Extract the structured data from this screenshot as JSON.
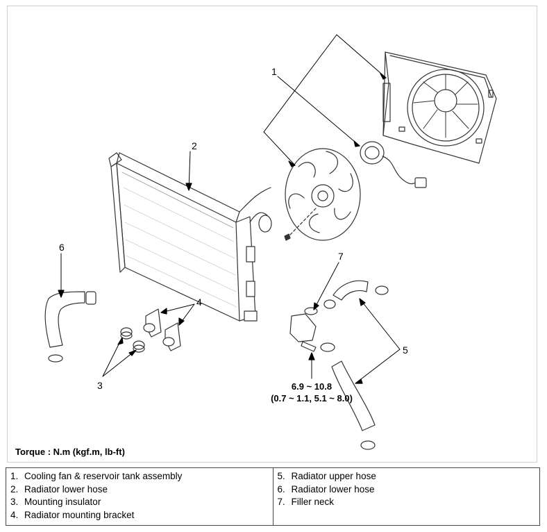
{
  "callouts": {
    "c1": "1",
    "c2": "2",
    "c3": "3",
    "c4": "4",
    "c5": "5",
    "c6": "6",
    "c7": "7"
  },
  "torque_spec": {
    "line1": "6.9 ~ 10.8",
    "line2": "(0.7 ~ 1.1, 5.1 ~ 8.0)"
  },
  "torque_note": "Torque : N.m (kgf.m, lb-ft)",
  "legend": {
    "left": [
      {
        "num": "1.",
        "label": "Cooling fan & reservoir tank assembly"
      },
      {
        "num": "2.",
        "label": "Radiator lower hose"
      },
      {
        "num": "3.",
        "label": "Mounting insulator"
      },
      {
        "num": "4.",
        "label": "Radiator mounting bracket"
      }
    ],
    "right": [
      {
        "num": "5.",
        "label": "Radiator upper hose"
      },
      {
        "num": "6.",
        "label": "Radiator lower hose"
      },
      {
        "num": "7.",
        "label": "Filler neck"
      }
    ]
  }
}
